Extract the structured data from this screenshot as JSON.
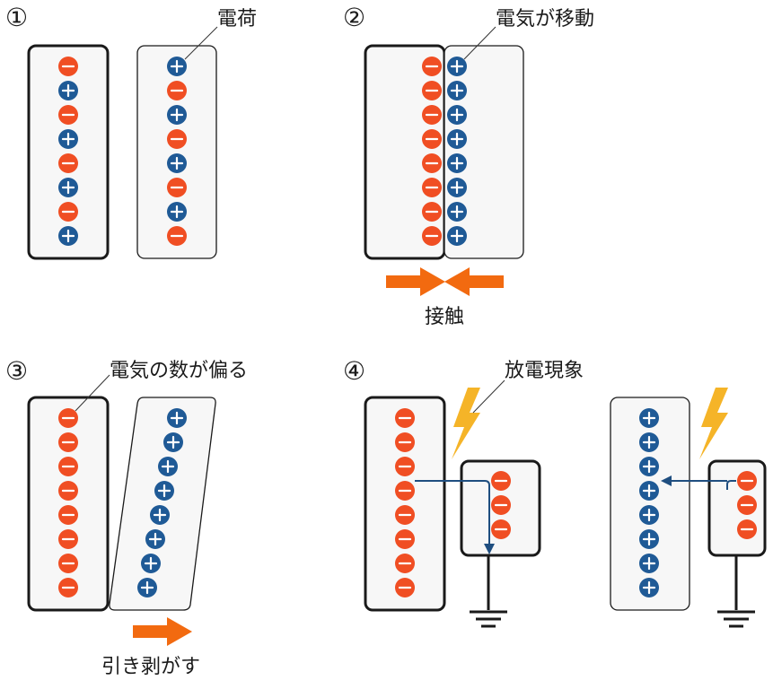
{
  "panels": [
    {
      "number": "①",
      "callout": "電荷"
    },
    {
      "number": "②",
      "callout": "電気が移動",
      "action": "接触"
    },
    {
      "number": "③",
      "callout": "電気の数が偏る",
      "action": "引き剥がす"
    },
    {
      "number": "④",
      "callout": "放電現象"
    }
  ],
  "colors": {
    "negative": "#f04e23",
    "positive": "#1f5a96",
    "arrow": "#f26a10",
    "lightning": "#f5b428",
    "current_line": "#1f4e80",
    "outline": "#1a1a1a",
    "plate_fill": "#f7f7f7"
  },
  "symbols": {
    "negative": "minus-sign",
    "positive": "plus-sign"
  }
}
